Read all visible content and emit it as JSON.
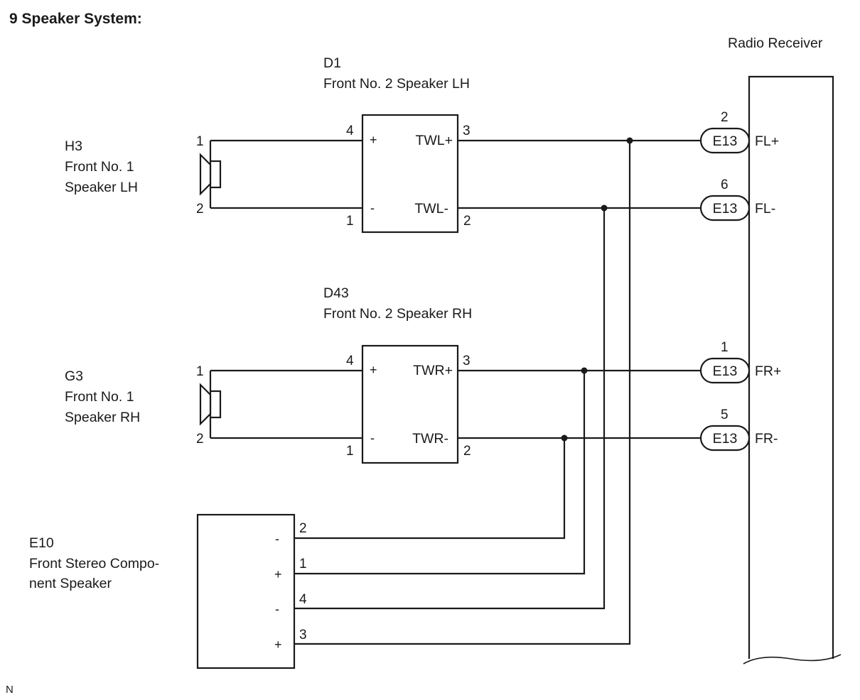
{
  "title": "9 Speaker System:",
  "footer_note": "N",
  "radio_receiver": {
    "label": "Radio Receiver",
    "connector": "E13",
    "terminals": [
      {
        "pin": "2",
        "signal": "FL+"
      },
      {
        "pin": "6",
        "signal": "FL-"
      },
      {
        "pin": "1",
        "signal": "FR+"
      },
      {
        "pin": "5",
        "signal": "FR-"
      }
    ]
  },
  "tweeter_lh": {
    "code": "D1",
    "name": "Front No. 2 Speaker LH",
    "in_pos_pin": "4",
    "in_pos_sign": "+",
    "in_neg_pin": "1",
    "in_neg_sign": "-",
    "out_pos_pin": "3",
    "out_pos_label": "TWL+",
    "out_neg_pin": "2",
    "out_neg_label": "TWL-"
  },
  "tweeter_rh": {
    "code": "D43",
    "name": "Front No. 2 Speaker RH",
    "in_pos_pin": "4",
    "in_pos_sign": "+",
    "in_neg_pin": "1",
    "in_neg_sign": "-",
    "out_pos_pin": "3",
    "out_pos_label": "TWR+",
    "out_neg_pin": "2",
    "out_neg_label": "TWR-"
  },
  "speaker_lh": {
    "code": "H3",
    "name_line1": "Front No. 1",
    "name_line2": "Speaker LH",
    "pin1": "1",
    "pin2": "2"
  },
  "speaker_rh": {
    "code": "G3",
    "name_line1": "Front No. 1",
    "name_line2": "Speaker RH",
    "pin1": "1",
    "pin2": "2"
  },
  "component_speaker": {
    "code": "E10",
    "name_line1": "Front Stereo Compo-",
    "name_line2": "nent Speaker",
    "terminals": [
      {
        "pin": "2",
        "sign": "-"
      },
      {
        "pin": "1",
        "sign": "+"
      },
      {
        "pin": "4",
        "sign": "-"
      },
      {
        "pin": "3",
        "sign": "+"
      }
    ]
  }
}
